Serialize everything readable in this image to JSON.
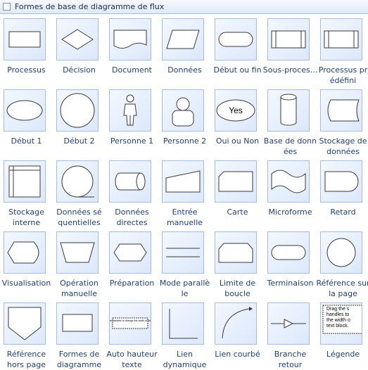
{
  "header": {
    "title": "Formes de base de diagramme de flux"
  },
  "shapes": [
    {
      "label": "Processus",
      "icon": "process-icon"
    },
    {
      "label": "Décision",
      "icon": "decision-icon"
    },
    {
      "label": "Document",
      "icon": "document-icon"
    },
    {
      "label": "Données",
      "icon": "data-icon"
    },
    {
      "label": "Début ou fin",
      "icon": "start-end-icon"
    },
    {
      "label": "Sous-proces...",
      "icon": "subprocess-icon"
    },
    {
      "label": "Processus pr\nédéfini",
      "icon": "predefined-process-icon"
    },
    {
      "label": "Début 1",
      "icon": "ellipse-icon"
    },
    {
      "label": "Début 2",
      "icon": "circle-icon"
    },
    {
      "label": "Personne 1",
      "icon": "person-1-icon"
    },
    {
      "label": "Personne 2",
      "icon": "person-2-icon"
    },
    {
      "label": "Oui ou Non",
      "icon": "yes-no-icon"
    },
    {
      "label": "Base de donn\nées",
      "icon": "database-icon"
    },
    {
      "label": "Stockage de\ndonnées",
      "icon": "data-storage-icon"
    },
    {
      "label": "Stockage\ninterne",
      "icon": "internal-storage-icon"
    },
    {
      "label": "Données sé\nquentielles",
      "icon": "sequential-data-icon"
    },
    {
      "label": "Données\ndirectes",
      "icon": "direct-data-icon"
    },
    {
      "label": "Entrée\nmanuelle",
      "icon": "manual-input-icon"
    },
    {
      "label": "Carte",
      "icon": "card-icon"
    },
    {
      "label": "Microforme",
      "icon": "microform-icon"
    },
    {
      "label": "Retard",
      "icon": "delay-icon"
    },
    {
      "label": "Visualisation",
      "icon": "display-icon"
    },
    {
      "label": "Opération\nmanuelle",
      "icon": "manual-operation-icon"
    },
    {
      "label": "Préparation",
      "icon": "preparation-icon"
    },
    {
      "label": "Mode parallè\nle",
      "icon": "parallel-mode-icon"
    },
    {
      "label": "Limite de\nboucle",
      "icon": "loop-limit-icon"
    },
    {
      "label": "Terminaison",
      "icon": "terminator-icon"
    },
    {
      "label": "Référence sur\nla page",
      "icon": "on-page-reference-icon"
    },
    {
      "label": "Référence\nhors page",
      "icon": "off-page-reference-icon"
    },
    {
      "label": "Formes de\ndiagramme",
      "icon": "diagram-shapes-icon"
    },
    {
      "label": "Auto hauteur\ntexte",
      "icon": "auto-height-text-icon"
    },
    {
      "label": "Lien\ndynamique",
      "icon": "dynamic-link-icon"
    },
    {
      "label": "Lien courbé",
      "icon": "curved-link-icon"
    },
    {
      "label": "Branche\nretour",
      "icon": "return-branch-icon"
    },
    {
      "label": "Légende",
      "icon": "legend-icon"
    }
  ],
  "text_snippets": {
    "auto_height": "Drag the size handles to change the width of the text block.",
    "legend_1": "Drag the s",
    "legend_2": "handles to",
    "legend_3": "the width o",
    "legend_4": "text block.",
    "yes": "Yes"
  }
}
